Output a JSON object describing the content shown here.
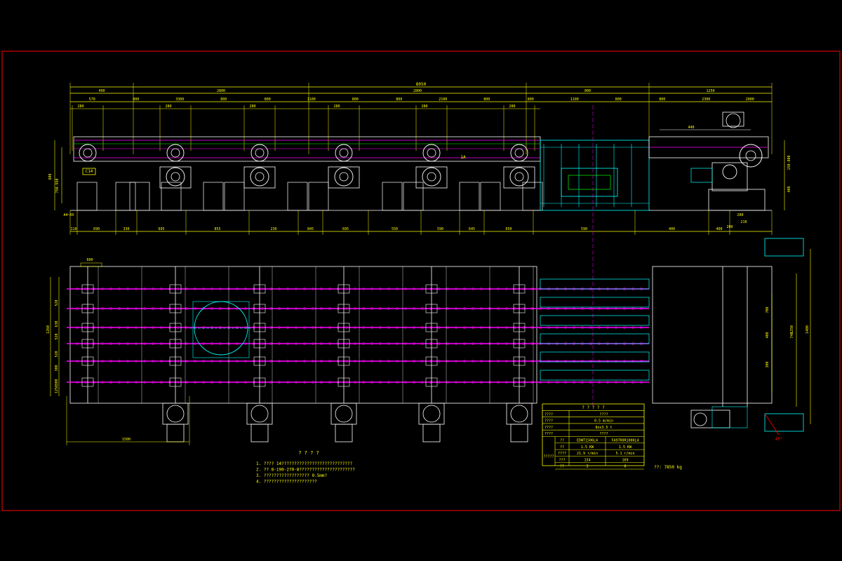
{
  "drawing": {
    "frame_color": "#ff0000",
    "colors": {
      "dimension": "#ffff00",
      "structure": "#ffffff",
      "chain": "#ff00ff",
      "drive": "#00ffff",
      "green": "#00ff00",
      "center": "#ff00ff"
    }
  },
  "elevation": {
    "overall_dim": "8050",
    "top_dims": [
      "490",
      "2800",
      "2800",
      "800",
      "1250"
    ],
    "second_dims": [
      "570",
      "800",
      "3300",
      "800",
      "800",
      "1100",
      "800",
      "800",
      "2100",
      "800",
      "800",
      "1100",
      "800",
      "800",
      "2300",
      "2000"
    ],
    "bottom_dims": [
      "110",
      "690",
      "330",
      "695",
      "855",
      "230",
      "845",
      "695",
      "550",
      "590",
      "645",
      "650",
      "590",
      "400",
      "400"
    ],
    "left_dims": [
      "800",
      "750-950",
      "A4~XX"
    ],
    "right_dims": [
      "400",
      "400",
      "150-800"
    ],
    "mid_dims": [
      "440",
      "200",
      "210",
      "200"
    ],
    "callouts": [
      "C14",
      "1A"
    ]
  },
  "plan": {
    "left_dims": [
      "1260",
      "520",
      "630",
      "520",
      "520",
      "300",
      "300",
      "1250"
    ],
    "right_dims": [
      "300",
      "400",
      "740",
      "700",
      "1250",
      "1400"
    ],
    "top_dim": "600",
    "bottom_dims": [
      "1500"
    ],
    "angle": "45°"
  },
  "table": {
    "title": "? ? ? ? ?",
    "rows": [
      [
        "????",
        "????"
      ],
      [
        "????",
        "0.5 m/min"
      ],
      [
        "????",
        "8xx3.5 t"
      ],
      [
        "????",
        "????"
      ]
    ],
    "motor_header": [
      "??",
      "EDWT1506L4",
      "FA97R0R1000L4"
    ],
    "motor_side_label": "?????",
    "motor_rows": [
      [
        "??",
        "1.5 KW",
        "1.5 KW"
      ],
      [
        "????",
        "21.9 r/min",
        "5.1 r/min"
      ],
      [
        "???",
        "154",
        "169"
      ],
      [
        "??",
        "3",
        "6"
      ]
    ]
  },
  "weight_note": "??: 7850 kg",
  "notes": {
    "title": "? ? ? ?",
    "lines": [
      "1. ???? 14????????????????????????????",
      "2. ?? 8-190-270-8??????????????????????",
      "3. ?????????????????? 0.5mm?",
      "4. ?????????????????????"
    ]
  }
}
